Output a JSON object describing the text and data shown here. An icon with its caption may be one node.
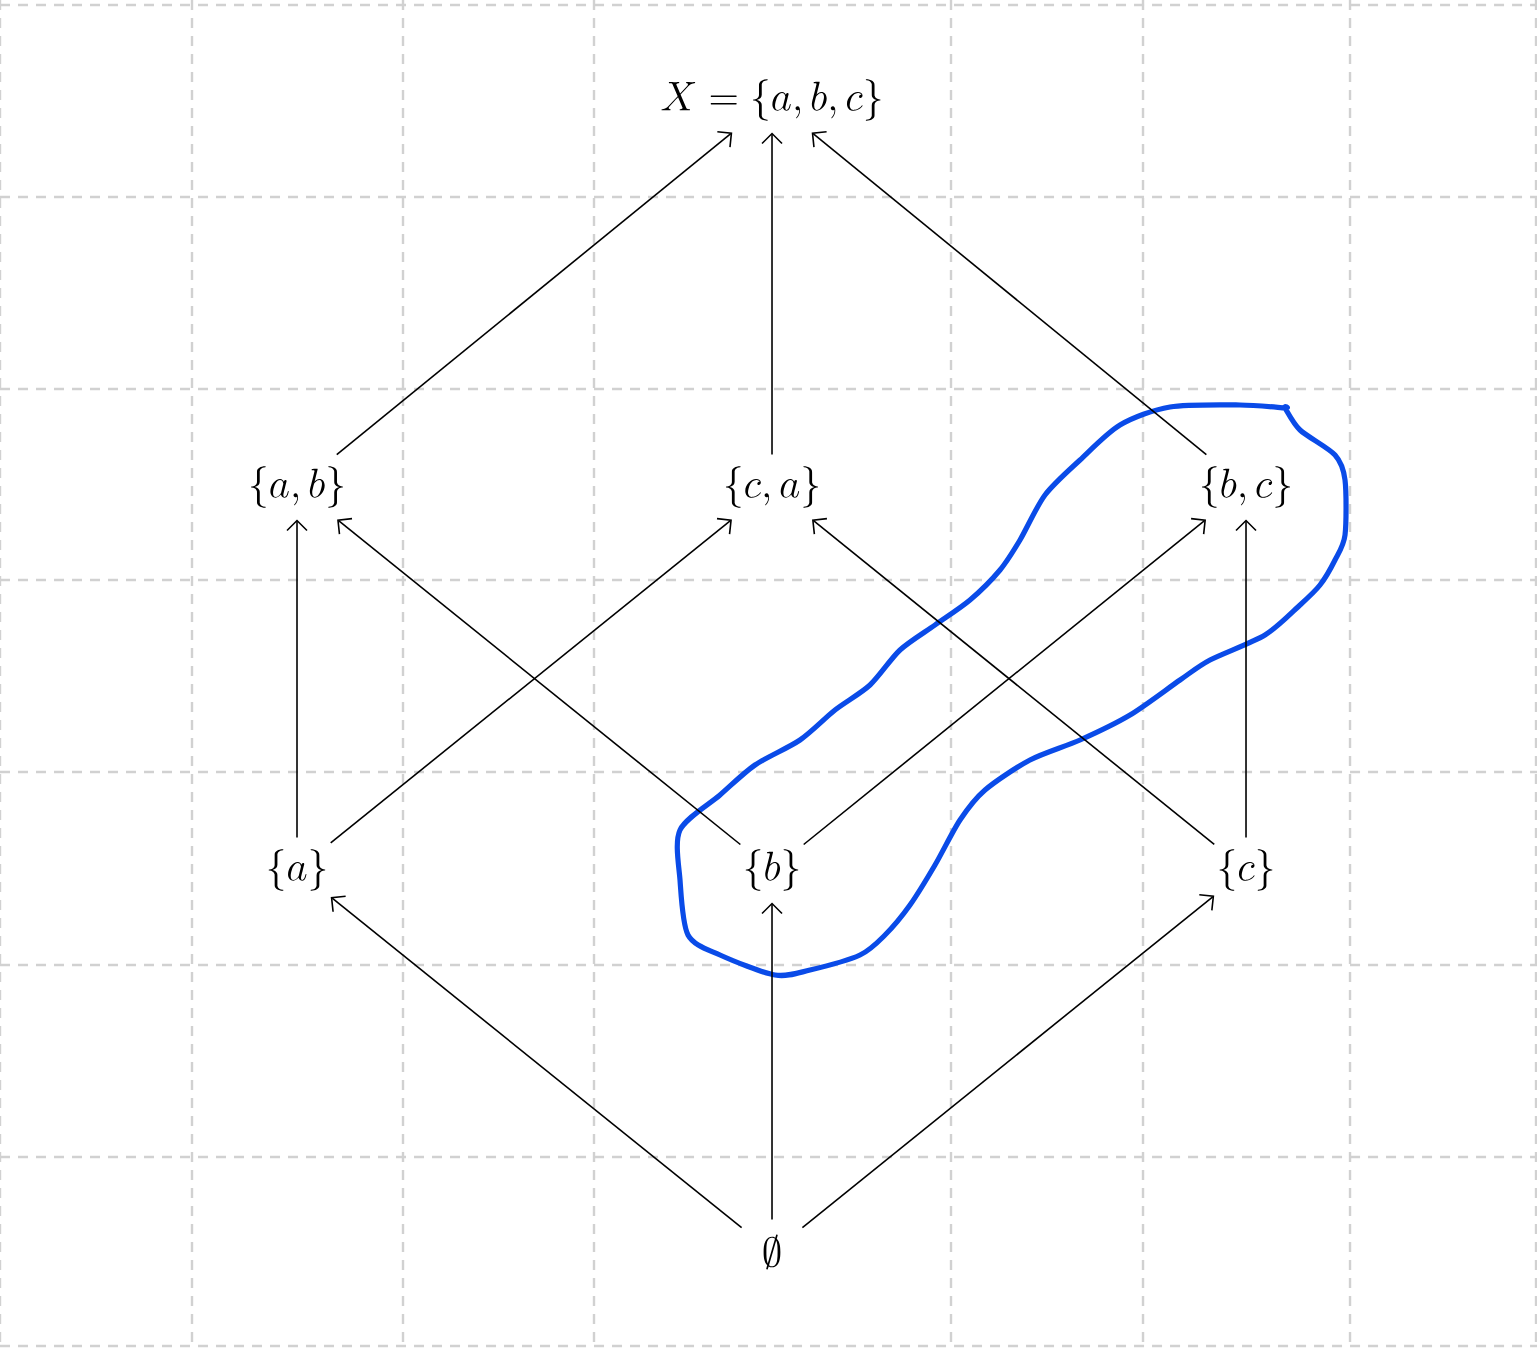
{
  "diagram": {
    "nodes": [
      {
        "text": [
          "X = \\{a, b, c\\}"
        ]
      },
      {
        "text": [
          "\\{a, b\\}"
        ]
      },
      {
        "text": [
          "\\{c, a\\}"
        ]
      },
      {
        "text": [
          "\\{b, c\\}"
        ]
      },
      {
        "text": [
          "\\{a\\}"
        ]
      },
      {
        "text": [
          "\\{b\\}"
        ]
      },
      {
        "text": [
          "\\{c\\}"
        ]
      },
      {
        "text": [
          "\\emptyset"
        ]
      }
    ],
    "edges": [
      {
        "from": 7,
        "to": 4,
        "arrow": "to"
      },
      {
        "from": 7,
        "to": 5,
        "arrow": "to"
      },
      {
        "from": 7,
        "to": 6,
        "arrow": "to"
      },
      {
        "from": 4,
        "to": 1,
        "arrow": "to"
      },
      {
        "from": 4,
        "to": 2,
        "arrow": "to"
      },
      {
        "from": 5,
        "to": 1,
        "arrow": "to"
      },
      {
        "from": 5,
        "to": 3,
        "arrow": "to"
      },
      {
        "from": 6,
        "to": 2,
        "arrow": "to"
      },
      {
        "from": 6,
        "to": 3,
        "arrow": "to"
      },
      {
        "from": 1,
        "to": 0,
        "arrow": "to"
      },
      {
        "from": 2,
        "to": 0,
        "arrow": "to"
      },
      {
        "from": 3,
        "to": 0,
        "arrow": "to"
      }
    ]
  }
}
